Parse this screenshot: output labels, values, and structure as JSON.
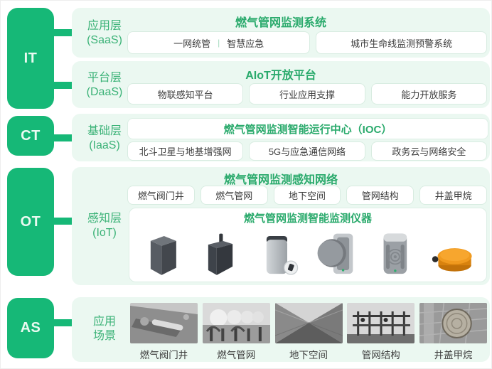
{
  "colors": {
    "rail_green": "#16b877",
    "title_green": "#2aaa6c",
    "layer_label_green": "#3bb277",
    "panel_bg": "#ebf8f1",
    "pill_text": "#3c3c3c",
    "device_orange": "#f09a1f"
  },
  "rail": {
    "items": [
      {
        "label": "IT"
      },
      {
        "label": "CT"
      },
      {
        "label": "OT"
      },
      {
        "label": "AS"
      }
    ]
  },
  "saas": {
    "layer": "应用层",
    "layer_sub": "(SaaS)",
    "title": "燃气管网监测系统",
    "btn1_part1": "一网统管",
    "btn1_divider": "|",
    "btn1_part2": "智慧应急",
    "btn2": "城市生命线监测预警系统"
  },
  "daas": {
    "layer": "平台层",
    "layer_sub": "(DaaS)",
    "title": "AIoT开放平台",
    "buttons": [
      "物联感知平台",
      "行业应用支撑",
      "能力开放服务"
    ]
  },
  "iaas": {
    "layer": "基础层",
    "layer_sub": "(IaaS)",
    "ioc_title": "燃气管网监测智能运行中心（IOC）",
    "buttons": [
      "北斗卫星与地基增强网",
      "5G与应急通信网络",
      "政务云与网络安全"
    ]
  },
  "iot": {
    "layer": "感知层",
    "layer_sub": "(IoT)",
    "title": "燃气管网监测感知网络",
    "buttons": [
      "燃气阀门井",
      "燃气管网",
      "地下空间",
      "管网结构",
      "井盖甲烷"
    ],
    "device_box_title": "燃气管网监测智能监测仪器",
    "device_icons": [
      "tall-box-device-icon",
      "antenna-box-device-icon",
      "cylinder-device-icon",
      "round-face-device-icon",
      "panel-device-icon",
      "orange-puck-device-icon"
    ]
  },
  "scenes": {
    "layer_line1": "应用",
    "layer_line2": "场景",
    "items": [
      {
        "label": "燃气阀门井",
        "icon": "valve-well-photo"
      },
      {
        "label": "燃气管网",
        "icon": "gas-network-photo"
      },
      {
        "label": "地下空间",
        "icon": "underground-space-photo"
      },
      {
        "label": "管网结构",
        "icon": "pipe-structure-photo"
      },
      {
        "label": "井盖甲烷",
        "icon": "manhole-methane-photo"
      }
    ]
  }
}
